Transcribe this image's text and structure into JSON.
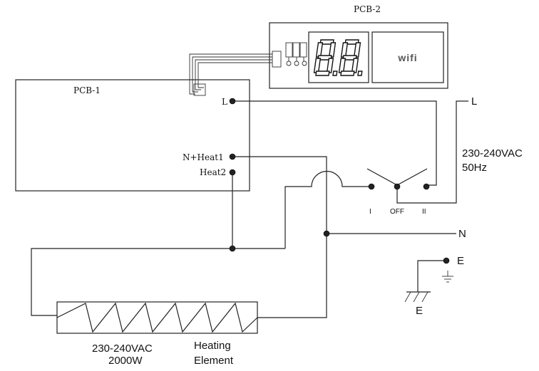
{
  "pcb1": {
    "label": "PCB-1",
    "terminals": {
      "live": "L",
      "neutral_heat1": "N+Heat1",
      "heat2": "Heat2"
    }
  },
  "pcb2": {
    "label": "PCB-2",
    "display_digits": "8.8.",
    "wifi_label": "wifi"
  },
  "switch": {
    "pos_1": "I",
    "pos_off": "OFF",
    "pos_2": "II"
  },
  "supply": {
    "live": "L",
    "voltage": "230-240VAC",
    "frequency": "50Hz",
    "neutral": "N",
    "earth": "E",
    "earth_ground": "E"
  },
  "heater": {
    "voltage": "230-240VAC",
    "power": "2000W",
    "name_line1": "Heating",
    "name_line2": "Element"
  }
}
